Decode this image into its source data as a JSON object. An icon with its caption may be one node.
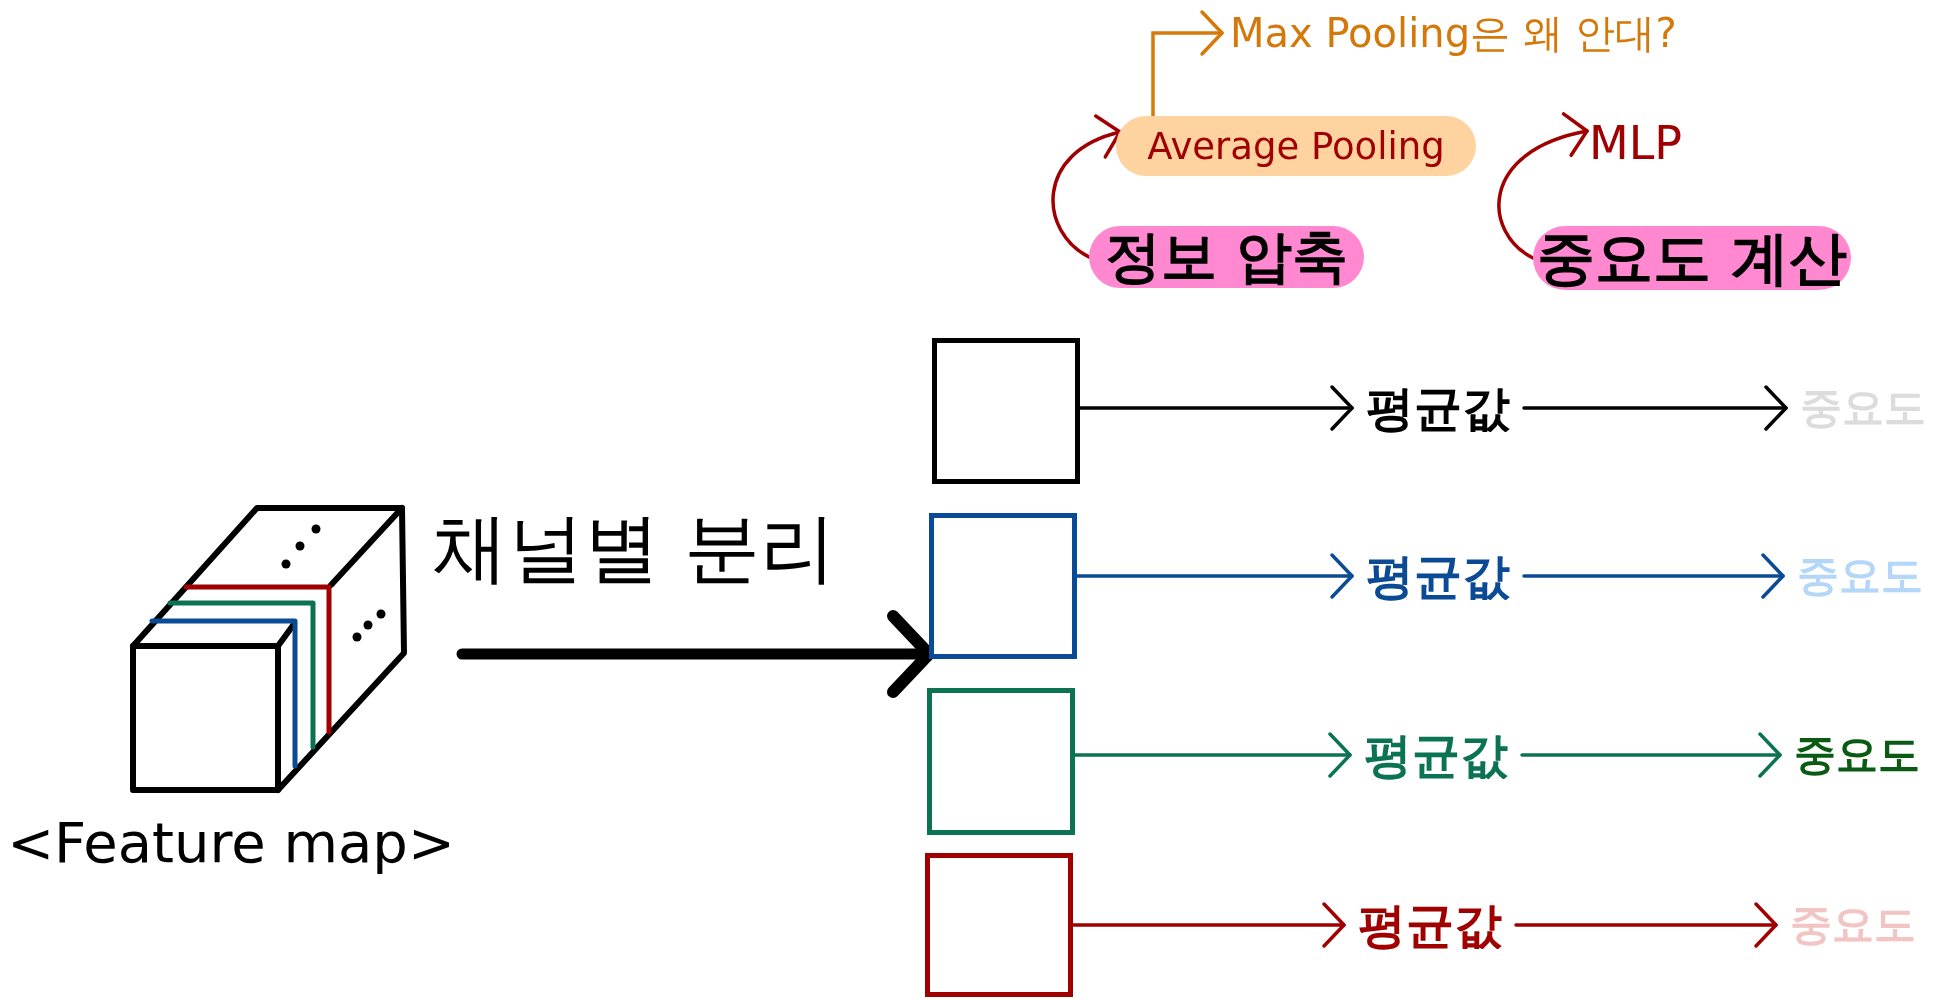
{
  "diagram": {
    "nodes": [
      {
        "text": [
          "Max Pooling은 왜 안대?"
        ]
      },
      {
        "text": [
          "Average Pooling"
        ]
      },
      {
        "text": [
          "MLP"
        ]
      },
      {
        "text": [
          "정보 압축"
        ]
      },
      {
        "text": [
          "중요도 계산"
        ]
      },
      {
        "text": [
          "<Feature map>"
        ]
      },
      {
        "text": [],
        "shape": "box"
      },
      {
        "text": [
          "평균값"
        ]
      },
      {
        "text": [
          "중요도"
        ]
      },
      {
        "text": [],
        "shape": "box"
      },
      {
        "text": [
          "평균값"
        ]
      },
      {
        "text": [
          "중요도"
        ]
      },
      {
        "text": [],
        "shape": "box"
      },
      {
        "text": [
          "평균값"
        ]
      },
      {
        "text": [
          "중요도"
        ]
      },
      {
        "text": [],
        "shape": "box"
      },
      {
        "text": [
          "평균값"
        ]
      },
      {
        "text": [
          "중요도"
        ]
      }
    ],
    "edges": [
      {
        "from": 3,
        "to": 1,
        "arrow": "to",
        "color": "#a00000"
      },
      {
        "from": 1,
        "to": 0,
        "arrow": "to",
        "color": "#d57a08"
      },
      {
        "from": 4,
        "to": 2,
        "arrow": "to",
        "color": "#a00000"
      },
      {
        "from": 5,
        "to": 9,
        "arrow": "to",
        "label": "채널별 분리",
        "style": "thick",
        "color": "#000000"
      },
      {
        "from": 6,
        "to": 7,
        "arrow": "to",
        "color": "#000000"
      },
      {
        "from": 7,
        "to": 8,
        "arrow": "to",
        "color": "#000000"
      },
      {
        "from": 9,
        "to": 10,
        "arrow": "to",
        "color": "#0b4a94"
      },
      {
        "from": 10,
        "to": 11,
        "arrow": "to",
        "color": "#0b4a94"
      },
      {
        "from": 12,
        "to": 13,
        "arrow": "to",
        "color": "#0b7353"
      },
      {
        "from": 13,
        "to": 14,
        "arrow": "to",
        "color": "#0b7353"
      },
      {
        "from": 15,
        "to": 16,
        "arrow": "to",
        "color": "#a00000"
      },
      {
        "from": 16,
        "to": 17,
        "arrow": "to",
        "color": "#a00000"
      }
    ]
  }
}
